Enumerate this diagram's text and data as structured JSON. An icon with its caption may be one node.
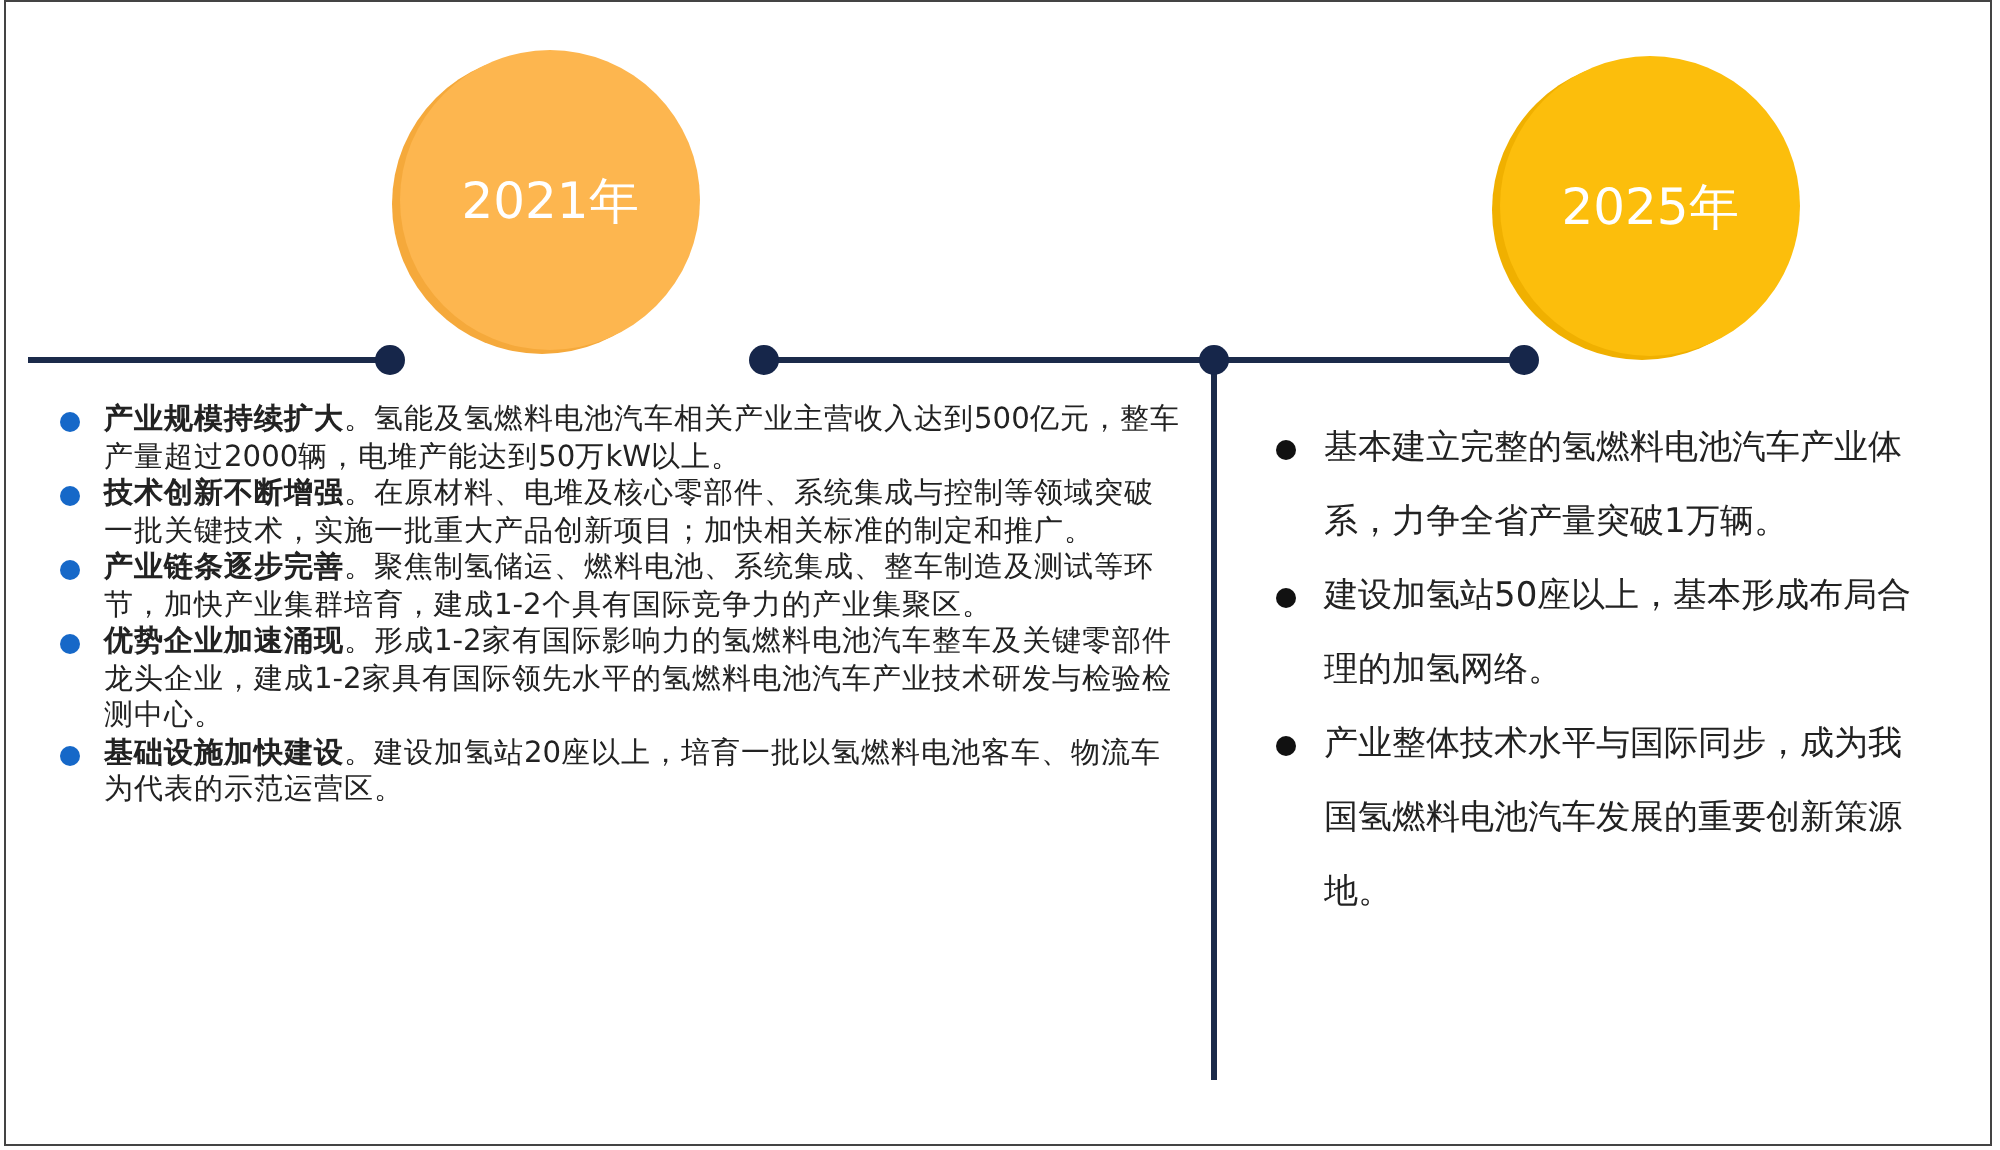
{
  "diagram": {
    "nodes": [
      {
        "text": [
          "2021年"
        ]
      },
      {
        "text": [
          "2025年"
        ]
      }
    ],
    "labels": [
      "**产业规模持续扩大**。氢能及氢燃料电池汽车相关产业主营收入达到500亿元，整车产量超过2000辆，电堆产能达到50万kW以上。",
      "**技术创新不断增强**。在原材料、电堆及核心零部件、系统集成与控制等领域突破一批关键技术，实施一批重大产品创新项目；加快相关标准的制定和推广。",
      "**产业链条逐步完善**。聚焦制氢储运、燃料电池、系统集成、整车制造及测试等环节，加快产业集群培育，建成1-2个具有国际竞争力的产业集聚区。",
      "**优势企业加速涌现**。形成1-2家有国际影响力的氢燃料电池汽车整车及关键零部件龙头企业，建成1-2家具有国际领先水平的氢燃料电池汽车产业技术研发与检验检测中心。",
      "**基础设施加快建设**。建设加氢站20座以上，培育一批以氢燃料电池客车、物流车为代表的示范运营区。",
      "基本建立完整的氢燃料电池汽车产业体系，力争全省产量突破1万辆。",
      "建设加氢站50座以上，基本形成布局合理的加氢网络。",
      "产业整体技术水平与国际同步，成为我国氢燃料电池汽车发展的重要创新策源地。"
    ]
  }
}
